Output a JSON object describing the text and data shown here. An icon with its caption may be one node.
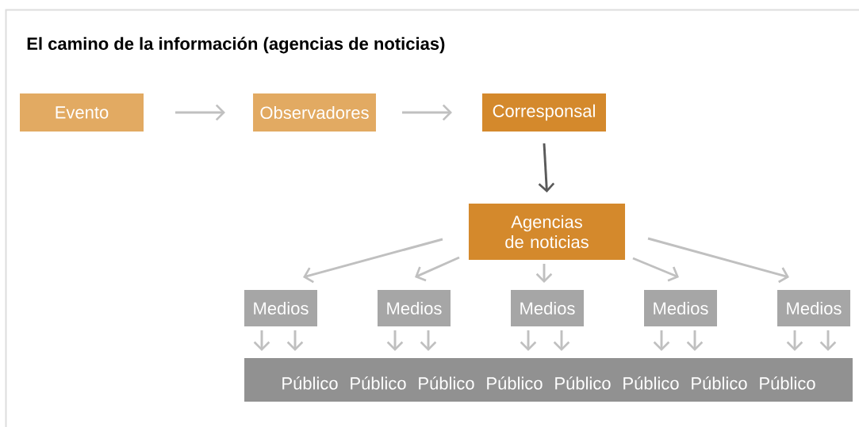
{
  "diagram": {
    "title": "El camino de la información (agencias de noticias)",
    "nodes": [
      {
        "text": [
          "Evento"
        ]
      },
      {
        "text": [
          "Observadores"
        ]
      },
      {
        "text": [
          "Corresponsal"
        ]
      },
      {
        "text": [
          "Agencias de noticias"
        ]
      },
      {
        "text": [
          "Medios"
        ]
      },
      {
        "text": [
          "Medios"
        ]
      },
      {
        "text": [
          "Medios"
        ]
      },
      {
        "text": [
          "Medios"
        ]
      },
      {
        "text": [
          "Medios"
        ]
      },
      {
        "text": [
          "Público",
          "Público",
          "Público",
          "Público",
          "Público",
          "Público",
          "Público",
          "Público"
        ]
      }
    ],
    "edges": [
      {
        "from": 0,
        "to": 1,
        "arrow": "to"
      },
      {
        "from": 1,
        "to": 2,
        "arrow": "to"
      },
      {
        "from": 2,
        "to": 3,
        "arrow": "to",
        "color": "#5a5a5a"
      },
      {
        "from": 3,
        "to": 4,
        "arrow": "to"
      },
      {
        "from": 3,
        "to": 5,
        "arrow": "to"
      },
      {
        "from": 3,
        "to": 6,
        "arrow": "to"
      },
      {
        "from": 3,
        "to": 7,
        "arrow": "to"
      },
      {
        "from": 3,
        "to": 8,
        "arrow": "to"
      },
      {
        "from": 4,
        "to": 9,
        "arrow": "to"
      },
      {
        "from": 4,
        "to": 9,
        "arrow": "to"
      },
      {
        "from": 5,
        "to": 9,
        "arrow": "to"
      },
      {
        "from": 5,
        "to": 9,
        "arrow": "to"
      },
      {
        "from": 6,
        "to": 9,
        "arrow": "to"
      },
      {
        "from": 6,
        "to": 9,
        "arrow": "to"
      },
      {
        "from": 7,
        "to": 9,
        "arrow": "to"
      },
      {
        "from": 7,
        "to": 9,
        "arrow": "to"
      },
      {
        "from": 8,
        "to": 9,
        "arrow": "to"
      },
      {
        "from": 8,
        "to": 9,
        "arrow": "to"
      }
    ]
  }
}
